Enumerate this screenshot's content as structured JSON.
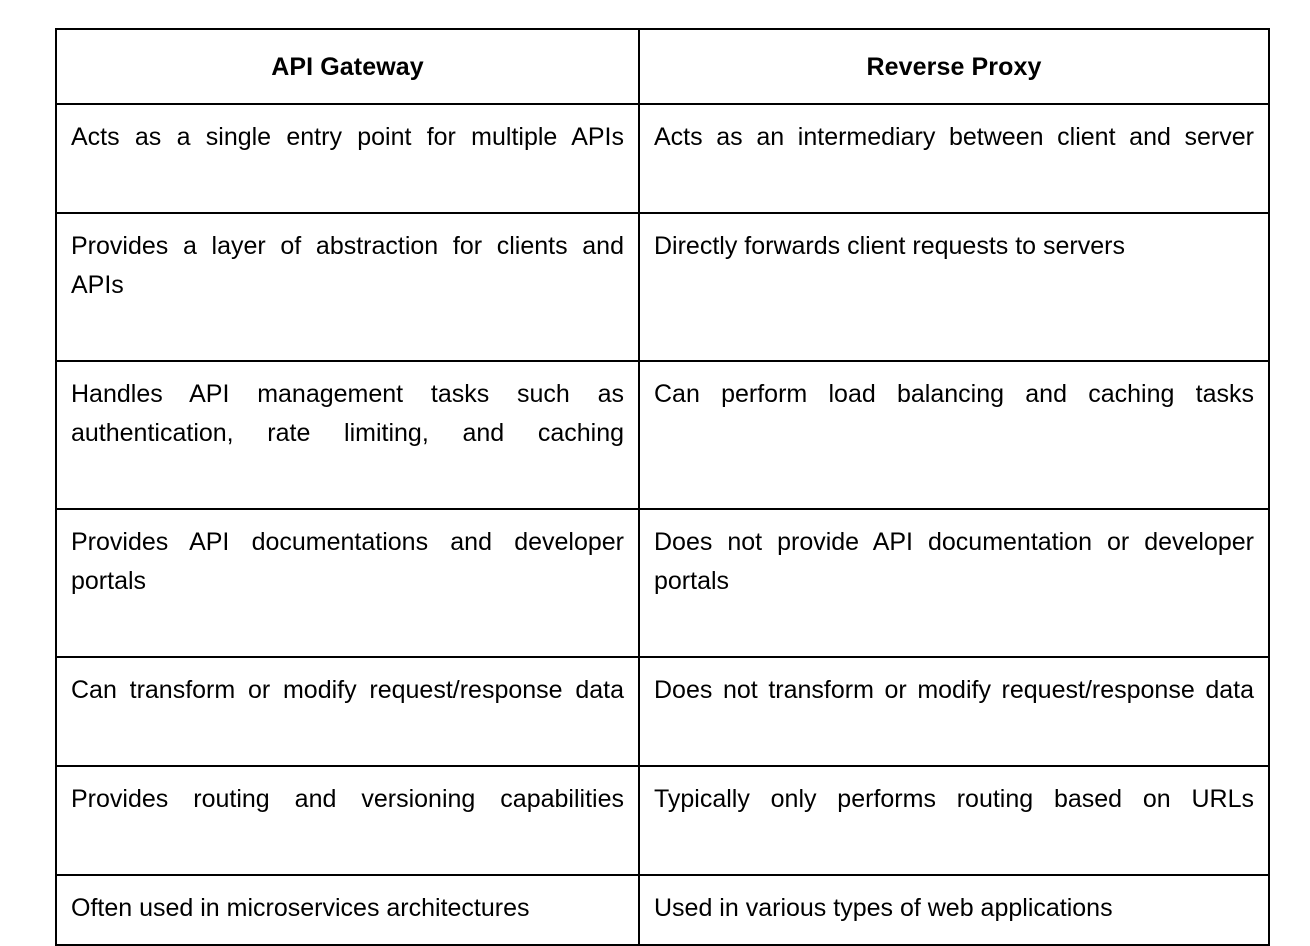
{
  "document": {
    "title": "API Gateway vs Reverse Proxy comparison table",
    "background_color": "#ffffff",
    "text_color": "#000000",
    "border_color": "#000000"
  },
  "table": {
    "columns": [
      {
        "key": "api_gateway",
        "header": "API Gateway"
      },
      {
        "key": "reverse_proxy",
        "header": "Reverse Proxy"
      }
    ],
    "rows": [
      {
        "api_gateway": "Acts as a single entry point for multiple APIs",
        "reverse_proxy": "Acts as an intermediary between client and server",
        "api_gateway_lines": 2,
        "reverse_proxy_lines": 2
      },
      {
        "api_gateway": "Provides a layer of abstraction for clients and APIs",
        "reverse_proxy": "Directly forwards client requests to servers",
        "api_gateway_lines": 2,
        "reverse_proxy_lines": 1
      },
      {
        "api_gateway": "Handles API management tasks such as authentication, rate limiting, and caching",
        "reverse_proxy": "Can perform load balancing and caching tasks",
        "api_gateway_lines": 2,
        "reverse_proxy_lines": 2
      },
      {
        "api_gateway": "Provides API documentations and developer portals",
        "reverse_proxy": "Does not provide API documentation or developer portals",
        "api_gateway_lines": 2,
        "reverse_proxy_lines": 2
      },
      {
        "api_gateway": "Can transform or modify request/response data",
        "reverse_proxy": "Does not transform or modify request/response data",
        "api_gateway_lines": 2,
        "reverse_proxy_lines": 2
      },
      {
        "api_gateway": "Provides routing and versioning capabilities",
        "reverse_proxy": "Typically only performs routing based on URLs",
        "api_gateway_lines": 2,
        "reverse_proxy_lines": 2
      },
      {
        "api_gateway": "Often used in microservices architectures",
        "reverse_proxy": "Used in various types of web applications",
        "api_gateway_lines": 1,
        "reverse_proxy_lines": 1
      }
    ]
  }
}
